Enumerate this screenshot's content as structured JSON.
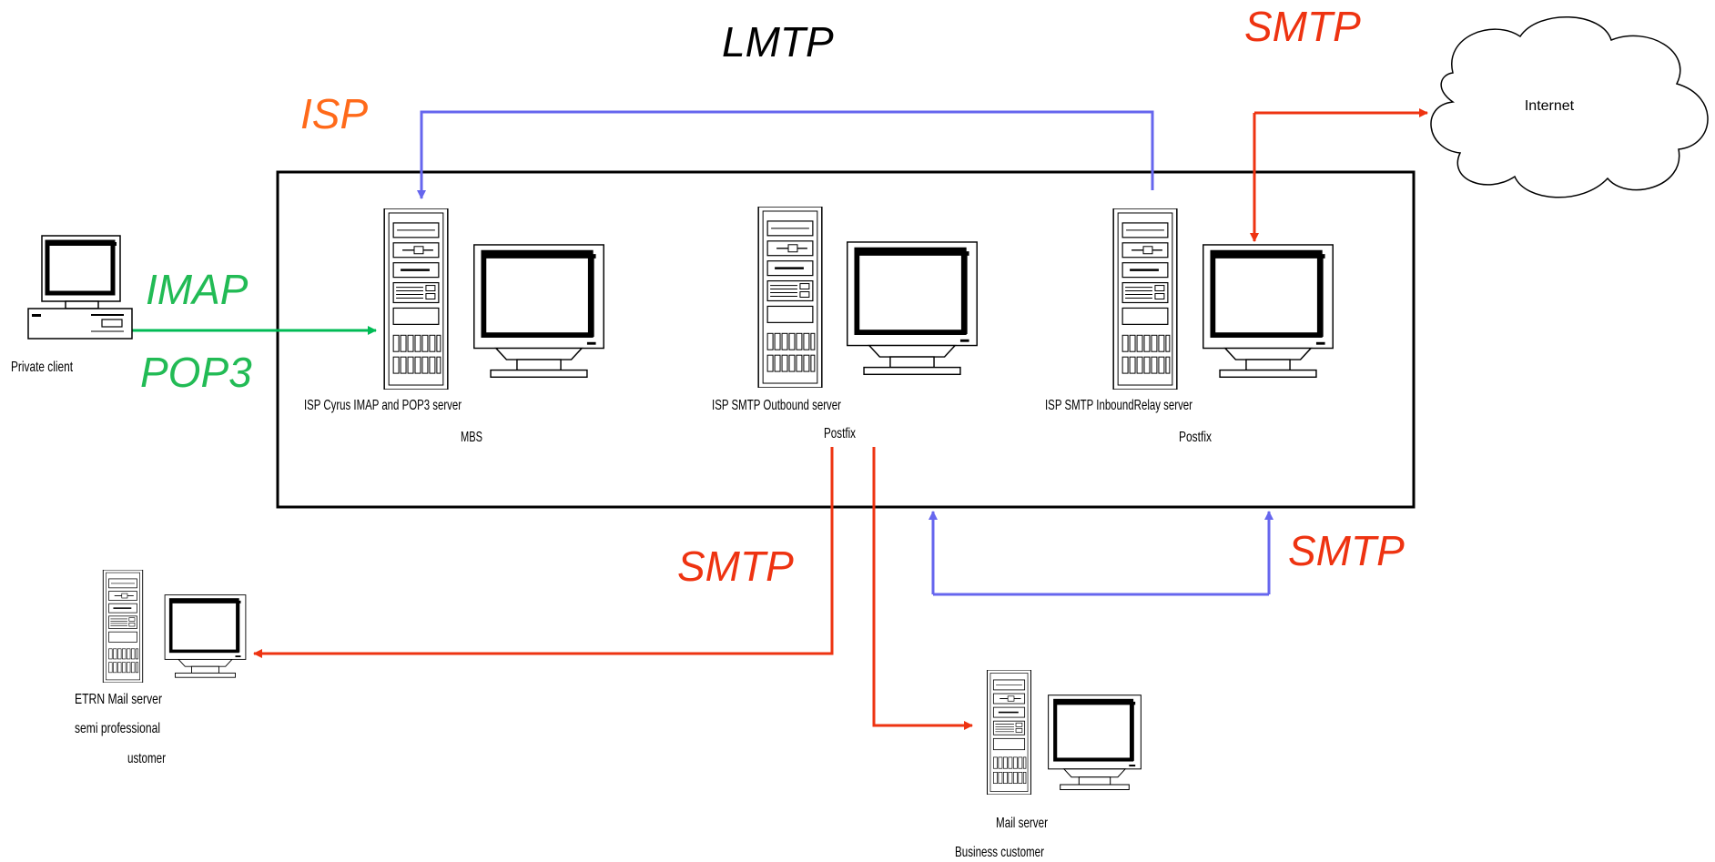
{
  "colors": {
    "lmtp_line": "#6666ee",
    "smtp_line": "#ee3311",
    "imap_line": "#00bb55",
    "lmtp_text": "#000000",
    "isp_text": "#ff6a1a",
    "smtp_text": "#ee3311",
    "imap_text": "#22bb55"
  },
  "labels": {
    "lmtp": "LMTP",
    "isp": "ISP",
    "smtp_top": "SMTP",
    "imap": "IMAP",
    "pop3": "POP3",
    "smtp_mid": "SMTP",
    "smtp_right": "SMTP"
  },
  "nodes": {
    "internet": {
      "label": "Internet",
      "icon": "cloud-icon"
    },
    "private_client": {
      "label": "Private client",
      "icon": "desktop-pc-icon"
    },
    "isp_cyrus": {
      "line1": "ISP Cyrus IMAP and POP3 server",
      "line2": "MBS",
      "icon": "server-tower-icon"
    },
    "isp_outbound": {
      "line1": "ISP SMTP Outbound server",
      "line2": "Postfix",
      "icon": "server-tower-icon"
    },
    "isp_inbound": {
      "line1": "ISP SMTP InboundRelay server",
      "line2": "Postfix",
      "icon": "server-tower-icon"
    },
    "etrn": {
      "line1": "ETRN Mail server",
      "line2": "semi professional",
      "line3": "ustomer",
      "icon": "server-tower-icon"
    },
    "business": {
      "line1": "Mail server",
      "line2": "Business customer",
      "icon": "server-tower-icon"
    }
  }
}
